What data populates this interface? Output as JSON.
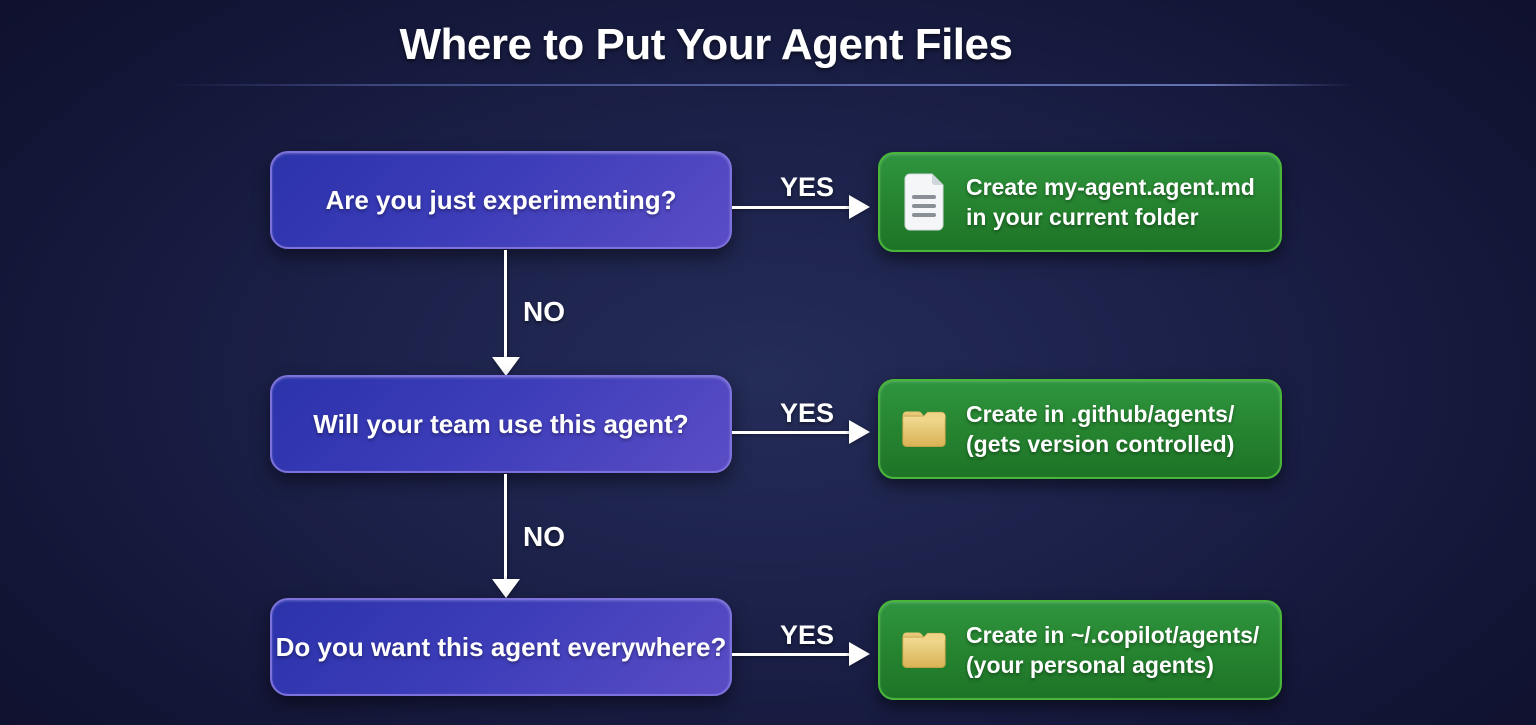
{
  "title": "Where to Put Your Agent Files",
  "colors": {
    "background_navy": "#1b2048",
    "question_box_blue_start": "#2b33ab",
    "question_box_purple_end": "#5a4dc6",
    "question_box_border": "#7d72dc",
    "result_box_green": "#278631",
    "result_box_border": "#48b639",
    "arrow_white": "#ffffff",
    "folder_icon_yellow": "#ecc96a",
    "document_icon_white": "#f4f6f8"
  },
  "flowchart": {
    "rows": [
      {
        "question": "Are you just experimenting?",
        "yes_label": "YES",
        "icon": "document-icon",
        "result_line1": "Create my-agent.agent.md",
        "result_line2": "in your current folder"
      },
      {
        "question": "Will your team use this agent?",
        "yes_label": "YES",
        "icon": "folder-icon",
        "result_line1": "Create in .github/agents/",
        "result_line2": "(gets version controlled)"
      },
      {
        "question": "Do you want this agent everywhere?",
        "yes_label": "YES",
        "icon": "folder-icon",
        "result_line1": "Create in ~/.copilot/agents/",
        "result_line2": "(your personal agents)"
      }
    ],
    "connectors": [
      {
        "no_label": "NO"
      },
      {
        "no_label": "NO"
      }
    ]
  }
}
